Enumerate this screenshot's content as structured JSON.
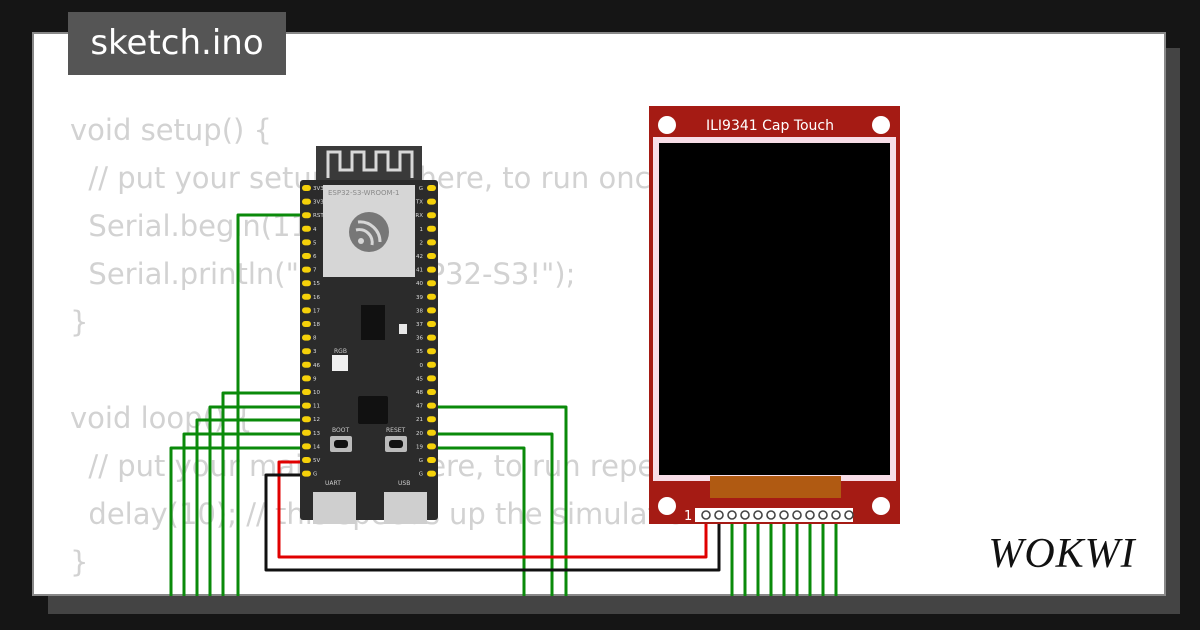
{
  "tab": {
    "title": "sketch.ino"
  },
  "code": {
    "lines": [
      "void setup() {",
      "  // put your setup code here, to run once:",
      "  Serial.begin(115200);",
      "  Serial.println(\"Hello, ESP32-S3!\");",
      "}",
      "",
      "void loop() {",
      "  // put your main code here, to run repeatedly:",
      "  delay(10); // this speeds up the simulation",
      "}"
    ]
  },
  "esp32": {
    "module_label": "ESP32-S3-WROOM-1",
    "left_pins": [
      "3V3",
      "3V3",
      "RST",
      "4",
      "5",
      "6",
      "7",
      "15",
      "16",
      "17",
      "18",
      "8",
      "3",
      "46",
      "9",
      "10",
      "11",
      "12",
      "13",
      "14",
      "5V",
      "G"
    ],
    "right_pins": [
      "G",
      "TX",
      "RX",
      "1",
      "2",
      "42",
      "41",
      "40",
      "39",
      "38",
      "37",
      "36",
      "35",
      "0",
      "45",
      "48",
      "47",
      "21",
      "20",
      "19",
      "G",
      "G"
    ],
    "rgb_label": "RGB",
    "boot_label": "BOOT",
    "reset_label": "RESET",
    "uart_label": "UART",
    "usb_label": "USB"
  },
  "display": {
    "title": "ILI9341 Cap Touch",
    "pin1_label": "1"
  },
  "brand": {
    "logo": "WOKWI"
  },
  "colors": {
    "board": "#2b2b2b",
    "pin": "#f5d10a",
    "wire_green": "#0a8a0a",
    "wire_red": "#e00000",
    "wire_black": "#111111",
    "display_pcb": "#a51b14",
    "display_fpc": "#b05a12"
  }
}
